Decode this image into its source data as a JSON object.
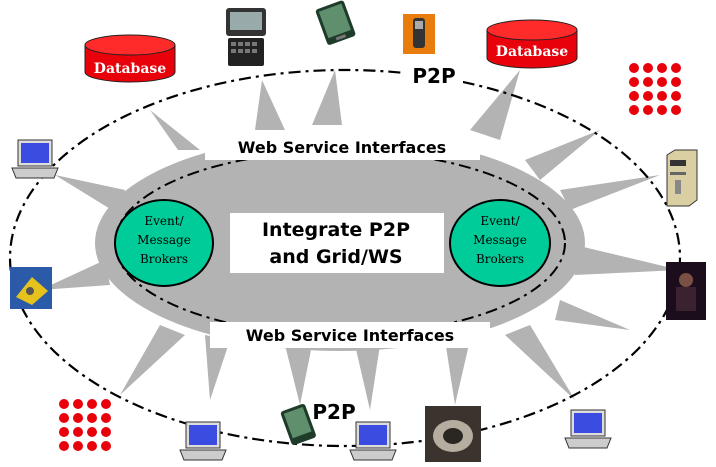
{
  "diagram": {
    "center_text": [
      "Integrate P2P",
      "and Grid/WS"
    ],
    "ws_interface_top": "Web Service Interfaces",
    "ws_interface_bottom": "Web Service Interfaces",
    "p2p_top": "P2P",
    "p2p_bottom": "P2P",
    "broker_left": [
      "Event/",
      "Message",
      "Brokers"
    ],
    "broker_right": [
      "Event/",
      "Message",
      "Brokers"
    ],
    "database_left": "Database",
    "database_right": "Database",
    "colors": {
      "core_gray": "#b3b3b3",
      "ray_gray": "#b3b3b3",
      "broker_green": "#00cc99",
      "database_red": "#e8000b",
      "device_blue": "#3b4de0"
    },
    "devices": [
      "pda-icon",
      "tablet-icon",
      "phone-icon",
      "cluster-icon",
      "server-icon",
      "photo-icon",
      "laptop-icon",
      "handheld-icon",
      "gadget-icon"
    ]
  }
}
